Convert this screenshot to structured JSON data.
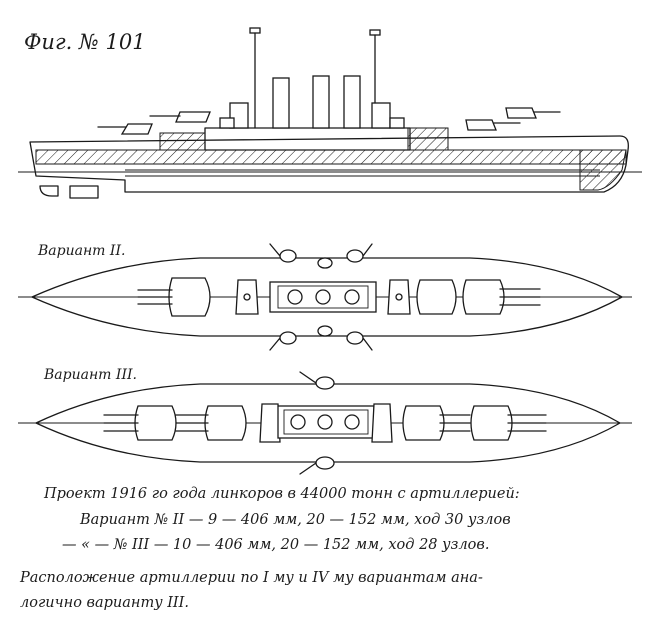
{
  "figure": {
    "label": "Фиг. № 101"
  },
  "variants": {
    "variant_2_label": "Вариант II.",
    "variant_3_label": "Вариант III."
  },
  "caption": {
    "line1": "Проект 1916 го года линкоров в 44000 тонн с артиллерией:",
    "line2": "Вариант № II — 9 — 406 мм, 20 — 152 мм, ход 30 узлов",
    "line3": "— « — № III — 10 — 406 мм, 20 — 152 мм, ход 28 узлов.",
    "line4": "Расположение артиллерии по I му и IV му вариантам ана-",
    "line5": "логично варианту III."
  }
}
